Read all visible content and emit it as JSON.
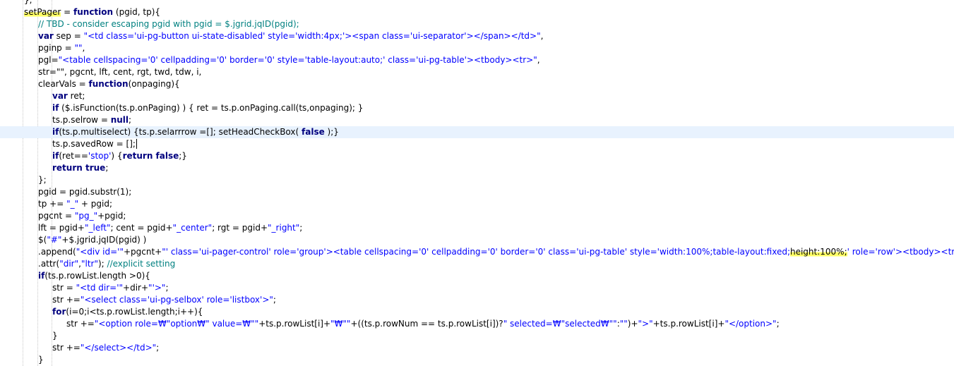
{
  "editor": {
    "current_line_index": 11,
    "colors": {
      "keyword": "#00007f",
      "string": "#0000ff",
      "comment": "#008080",
      "highlighter": "#ffff66",
      "current_line": "#e8f2fe"
    },
    "lines": [
      {
        "indent": 1,
        "segs": [
          {
            "t": "},",
            "c": "n"
          }
        ]
      },
      {
        "indent": 1,
        "segs": [
          {
            "t": "setPager",
            "c": "hl"
          },
          {
            "t": " = ",
            "c": "n"
          },
          {
            "t": "function",
            "c": "kw"
          },
          {
            "t": " (pgid, tp){",
            "c": "n"
          }
        ]
      },
      {
        "indent": 2,
        "segs": [
          {
            "t": "// TBD - consider escaping pgid with pgid = $.jgrid.jqID(pgid);",
            "c": "cm"
          }
        ]
      },
      {
        "indent": 2,
        "segs": [
          {
            "t": "var",
            "c": "kw"
          },
          {
            "t": " sep = ",
            "c": "n"
          },
          {
            "t": "\"<td class='ui-pg-button ui-state-disabled' style='width:4px;'><span class='ui-separator'></span></td>\"",
            "c": "str"
          },
          {
            "t": ",",
            "c": "n"
          }
        ]
      },
      {
        "indent": 2,
        "segs": [
          {
            "t": "pginp = ",
            "c": "n"
          },
          {
            "t": "\"\"",
            "c": "str"
          },
          {
            "t": ",",
            "c": "n"
          }
        ]
      },
      {
        "indent": 2,
        "segs": [
          {
            "t": "pgl=",
            "c": "n"
          },
          {
            "t": "\"<table cellspacing='0' cellpadding='0' border='0' style='table-layout:auto;' class='ui-pg-table'><tbody><tr>\"",
            "c": "str"
          },
          {
            "t": ",",
            "c": "n"
          }
        ]
      },
      {
        "indent": 2,
        "segs": [
          {
            "t": "str=\"\", pgcnt, lft, cent, rgt, twd, tdw, i,",
            "c": "n"
          }
        ]
      },
      {
        "indent": 2,
        "segs": [
          {
            "t": "clearVals = ",
            "c": "n"
          },
          {
            "t": "function",
            "c": "kw"
          },
          {
            "t": "(onpaging){",
            "c": "n"
          }
        ]
      },
      {
        "indent": 3,
        "segs": [
          {
            "t": "var",
            "c": "kw"
          },
          {
            "t": " ret;",
            "c": "n"
          }
        ]
      },
      {
        "indent": 3,
        "segs": [
          {
            "t": "if",
            "c": "kw"
          },
          {
            "t": " ($.isFunction(ts.p.onPaging) ) { ret = ts.p.onPaging.call(ts,onpaging); }",
            "c": "n"
          }
        ]
      },
      {
        "indent": 3,
        "segs": [
          {
            "t": "ts.p.selrow = ",
            "c": "n"
          },
          {
            "t": "null",
            "c": "kw"
          },
          {
            "t": ";",
            "c": "n"
          }
        ]
      },
      {
        "indent": 3,
        "segs": [
          {
            "t": "if",
            "c": "kw"
          },
          {
            "t": "(ts.p.multiselect) {ts.p.selarrrow =[]; setHeadCheckBox( ",
            "c": "n"
          },
          {
            "t": "false",
            "c": "kw"
          },
          {
            "t": " );}",
            "c": "n"
          }
        ]
      },
      {
        "indent": 3,
        "segs": [
          {
            "t": "ts.p.savedRow = [];",
            "c": "n"
          },
          {
            "t": "",
            "c": "caret"
          }
        ]
      },
      {
        "indent": 3,
        "segs": [
          {
            "t": "if",
            "c": "kw"
          },
          {
            "t": "(ret==",
            "c": "n"
          },
          {
            "t": "'stop'",
            "c": "str"
          },
          {
            "t": ") {",
            "c": "n"
          },
          {
            "t": "return false",
            "c": "kw"
          },
          {
            "t": ";}",
            "c": "n"
          }
        ]
      },
      {
        "indent": 3,
        "segs": [
          {
            "t": "return true",
            "c": "kw"
          },
          {
            "t": ";",
            "c": "n"
          }
        ]
      },
      {
        "indent": 2,
        "segs": [
          {
            "t": "};",
            "c": "n"
          }
        ]
      },
      {
        "indent": 2,
        "segs": [
          {
            "t": "pgid = pgid.substr(1);",
            "c": "n"
          }
        ]
      },
      {
        "indent": 2,
        "segs": [
          {
            "t": "tp += ",
            "c": "n"
          },
          {
            "t": "\"_\"",
            "c": "str"
          },
          {
            "t": " + pgid;",
            "c": "n"
          }
        ]
      },
      {
        "indent": 2,
        "segs": [
          {
            "t": "pgcnt = ",
            "c": "n"
          },
          {
            "t": "\"pg_\"",
            "c": "str"
          },
          {
            "t": "+pgid;",
            "c": "n"
          }
        ]
      },
      {
        "indent": 2,
        "segs": [
          {
            "t": "lft = pgid+",
            "c": "n"
          },
          {
            "t": "\"_left\"",
            "c": "str"
          },
          {
            "t": "; cent = pgid+",
            "c": "n"
          },
          {
            "t": "\"_center\"",
            "c": "str"
          },
          {
            "t": "; rgt = pgid+",
            "c": "n"
          },
          {
            "t": "\"_right\"",
            "c": "str"
          },
          {
            "t": ";",
            "c": "n"
          }
        ]
      },
      {
        "indent": 2,
        "segs": [
          {
            "t": "$(",
            "c": "n"
          },
          {
            "t": "\"#\"",
            "c": "str"
          },
          {
            "t": "+$.jgrid.jqID(pgid) )",
            "c": "n"
          }
        ]
      },
      {
        "indent": 2,
        "segs": [
          {
            "t": ".append(",
            "c": "n"
          },
          {
            "t": "\"<div id='\"",
            "c": "str"
          },
          {
            "t": "+pgcnt+",
            "c": "n"
          },
          {
            "t": "\"' class='ui-pager-control' role='group'><table cellspacing='0' cellpadding='0' border='0' class='ui-pg-table' style='width:100%;table-layout:fixed;",
            "c": "str"
          },
          {
            "t": "height:100%;",
            "c": "hl"
          },
          {
            "t": "' role='row'><tbody><tr><td",
            "c": "str"
          }
        ]
      },
      {
        "indent": 2,
        "segs": [
          {
            "t": ".attr(",
            "c": "n"
          },
          {
            "t": "\"dir\"",
            "c": "str"
          },
          {
            "t": ",",
            "c": "n"
          },
          {
            "t": "\"ltr\"",
            "c": "str"
          },
          {
            "t": "); ",
            "c": "n"
          },
          {
            "t": "//explicit setting",
            "c": "cm"
          }
        ]
      },
      {
        "indent": 2,
        "segs": [
          {
            "t": "if",
            "c": "kw"
          },
          {
            "t": "(ts.p.rowList.length >0){",
            "c": "n"
          }
        ]
      },
      {
        "indent": 3,
        "segs": [
          {
            "t": "str = ",
            "c": "n"
          },
          {
            "t": "\"<td dir='\"",
            "c": "str"
          },
          {
            "t": "+dir+",
            "c": "n"
          },
          {
            "t": "\"'>\"",
            "c": "str"
          },
          {
            "t": ";",
            "c": "n"
          }
        ]
      },
      {
        "indent": 3,
        "segs": [
          {
            "t": "str +=",
            "c": "n"
          },
          {
            "t": "\"<select class='ui-pg-selbox' role='listbox'>\"",
            "c": "str"
          },
          {
            "t": ";",
            "c": "n"
          }
        ]
      },
      {
        "indent": 3,
        "segs": [
          {
            "t": "for",
            "c": "kw"
          },
          {
            "t": "(i=0;i<ts.p.rowList.length;i++){",
            "c": "n"
          }
        ]
      },
      {
        "indent": 4,
        "segs": [
          {
            "t": "str +=",
            "c": "n"
          },
          {
            "t": "\"<option role=₩\"option₩\" value=₩\"\"",
            "c": "str"
          },
          {
            "t": "+ts.p.rowList[i]+",
            "c": "n"
          },
          {
            "t": "\"₩\"\"",
            "c": "str"
          },
          {
            "t": "+((ts.p.rowNum == ts.p.rowList[i])?",
            "c": "n"
          },
          {
            "t": "\" selected=₩\"selected₩\"\"",
            "c": "str"
          },
          {
            "t": ":",
            "c": "n"
          },
          {
            "t": "\"\"",
            "c": "str"
          },
          {
            "t": ")+",
            "c": "n"
          },
          {
            "t": "\">\"",
            "c": "str"
          },
          {
            "t": "+ts.p.rowList[i]+",
            "c": "n"
          },
          {
            "t": "\"</option>\"",
            "c": "str"
          },
          {
            "t": ";",
            "c": "n"
          }
        ]
      },
      {
        "indent": 3,
        "segs": [
          {
            "t": "}",
            "c": "n"
          }
        ]
      },
      {
        "indent": 3,
        "segs": [
          {
            "t": "str +=",
            "c": "n"
          },
          {
            "t": "\"</select></td>\"",
            "c": "str"
          },
          {
            "t": ";",
            "c": "n"
          }
        ]
      },
      {
        "indent": 2,
        "segs": [
          {
            "t": "}",
            "c": "n"
          }
        ]
      }
    ]
  }
}
